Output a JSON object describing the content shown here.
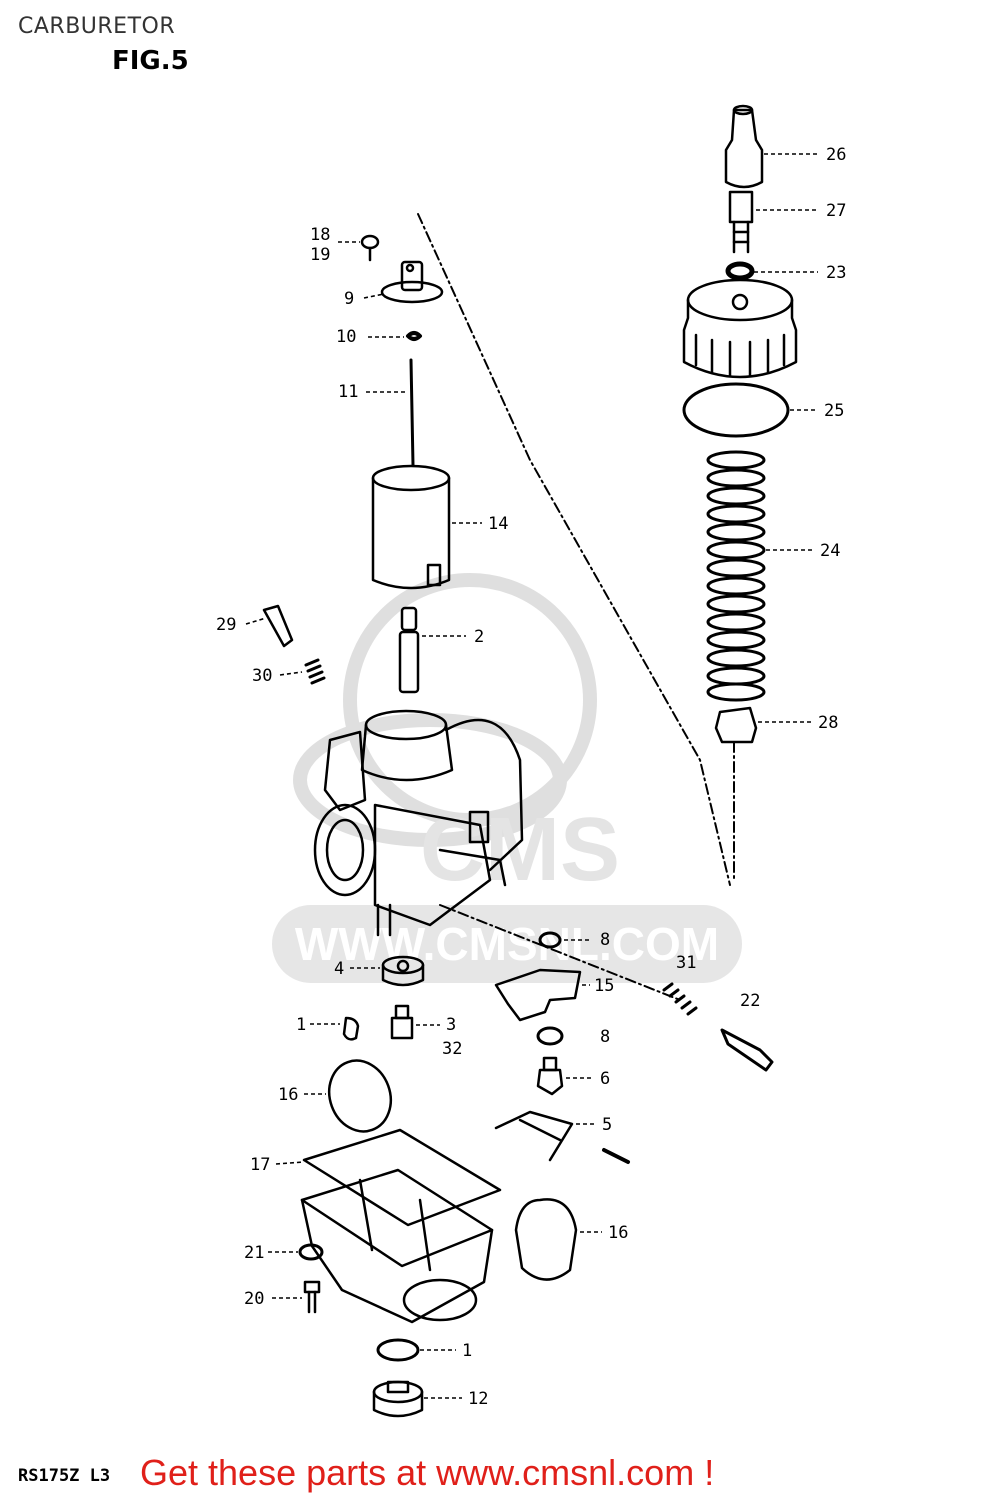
{
  "page": {
    "title": "CARBURETOR",
    "figure": "FIG.5",
    "model_code": "RS175Z L3",
    "cta": "Get these parts at www.cmsnl.com !"
  },
  "watermark": {
    "text": "WWW.CMSNL.COM",
    "logo_letters": "CMS",
    "color": "#d9d9d9"
  },
  "colors": {
    "line": "#000000",
    "cta": "#e0201a"
  },
  "callouts": [
    {
      "id": "lbl-26",
      "text": "26"
    },
    {
      "id": "lbl-27",
      "text": "27"
    },
    {
      "id": "lbl-23",
      "text": "23"
    },
    {
      "id": "lbl-25",
      "text": "25"
    },
    {
      "id": "lbl-24",
      "text": "24"
    },
    {
      "id": "lbl-28",
      "text": "28"
    },
    {
      "id": "lbl-18",
      "text": "18"
    },
    {
      "id": "lbl-19",
      "text": "19"
    },
    {
      "id": "lbl-9",
      "text": "9"
    },
    {
      "id": "lbl-10",
      "text": "10"
    },
    {
      "id": "lbl-11",
      "text": "11"
    },
    {
      "id": "lbl-14",
      "text": "14"
    },
    {
      "id": "lbl-29",
      "text": "29"
    },
    {
      "id": "lbl-2",
      "text": "2"
    },
    {
      "id": "lbl-30",
      "text": "30"
    },
    {
      "id": "lbl-8a",
      "text": "8"
    },
    {
      "id": "lbl-31",
      "text": "31"
    },
    {
      "id": "lbl-4",
      "text": "4"
    },
    {
      "id": "lbl-15",
      "text": "15"
    },
    {
      "id": "lbl-22",
      "text": "22"
    },
    {
      "id": "lbl-1a",
      "text": "1"
    },
    {
      "id": "lbl-3",
      "text": "3"
    },
    {
      "id": "lbl-32",
      "text": "32"
    },
    {
      "id": "lbl-8b",
      "text": "8"
    },
    {
      "id": "lbl-6",
      "text": "6"
    },
    {
      "id": "lbl-16a",
      "text": "16"
    },
    {
      "id": "lbl-5",
      "text": "5"
    },
    {
      "id": "lbl-17",
      "text": "17"
    },
    {
      "id": "lbl-16b",
      "text": "16"
    },
    {
      "id": "lbl-21",
      "text": "21"
    },
    {
      "id": "lbl-20",
      "text": "20"
    },
    {
      "id": "lbl-1b",
      "text": "1"
    },
    {
      "id": "lbl-12",
      "text": "12"
    }
  ]
}
